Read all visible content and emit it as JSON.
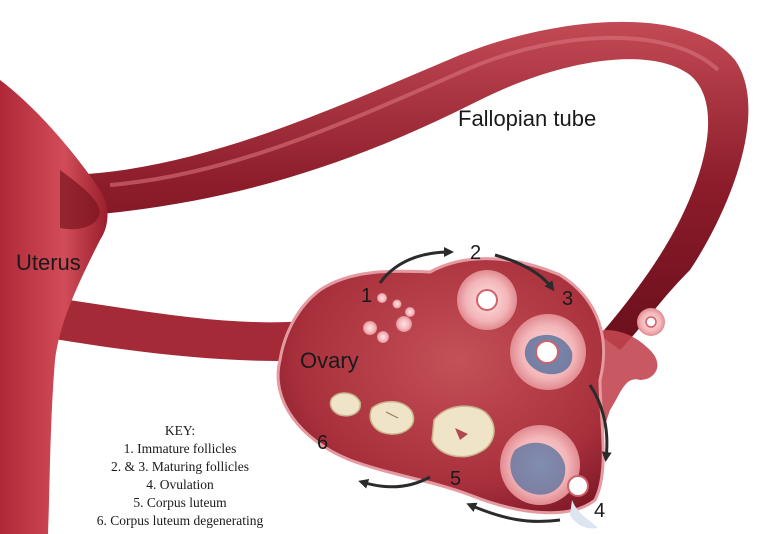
{
  "labels": {
    "uterus": "Uterus",
    "fallopian_tube": "Fallopian tube",
    "ovary": "Ovary"
  },
  "stages": [
    "1",
    "2",
    "3",
    "4",
    "5",
    "6"
  ],
  "key": {
    "title": "KEY:",
    "items": [
      "1. Immature follicles",
      "2. & 3. Maturing follicles",
      "4. Ovulation",
      "5. Corpus luteum",
      "6. Corpus luteum degenerating"
    ]
  },
  "colors": {
    "tissue_dark": "#7a1420",
    "tissue_mid": "#a8303c",
    "ovary": "#b84450",
    "ovary_light": "#d88088",
    "follicle": "#f2b6b8",
    "corpus_luteum": "#efe3c8",
    "arrow": "#2b2b2b"
  }
}
